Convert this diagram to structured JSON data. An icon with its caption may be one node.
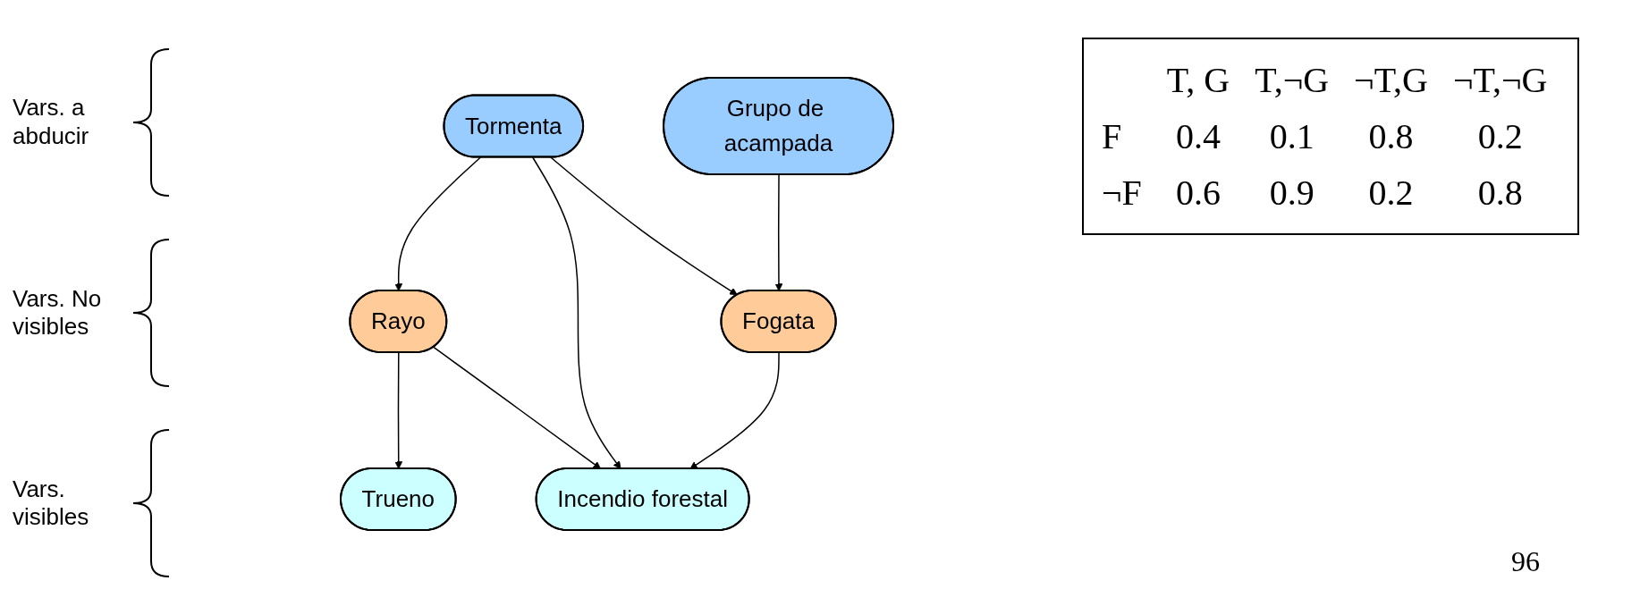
{
  "diagram": {
    "nodes": [
      {
        "text": [
          "Tormenta"
        ]
      },
      {
        "text": [
          "Grupo de acampada"
        ]
      },
      {
        "text": [
          "Rayo"
        ]
      },
      {
        "text": [
          "Fogata"
        ]
      },
      {
        "text": [
          "Trueno"
        ]
      },
      {
        "text": [
          "Incendio forestal"
        ]
      }
    ],
    "edges": [
      {
        "from": 0,
        "to": 2,
        "arrow": "to"
      },
      {
        "from": 0,
        "to": 5,
        "arrow": "to"
      },
      {
        "from": 0,
        "to": 3,
        "arrow": "to"
      },
      {
        "from": 1,
        "to": 3,
        "arrow": "to"
      },
      {
        "from": 2,
        "to": 4,
        "arrow": "to"
      },
      {
        "from": 2,
        "to": 5,
        "arrow": "to"
      },
      {
        "from": 3,
        "to": 5,
        "arrow": "to"
      }
    ],
    "labels": [
      "Vars. a abducir",
      "Vars. No visibles",
      "Vars. visibles",
      "T, G",
      "T,¬G",
      "¬T,G",
      "¬T,¬G",
      "F",
      "0.4",
      "0.1",
      "0.8",
      "0.2",
      "¬F",
      "0.6",
      "0.9",
      "0.2",
      "0.8",
      "96"
    ]
  }
}
